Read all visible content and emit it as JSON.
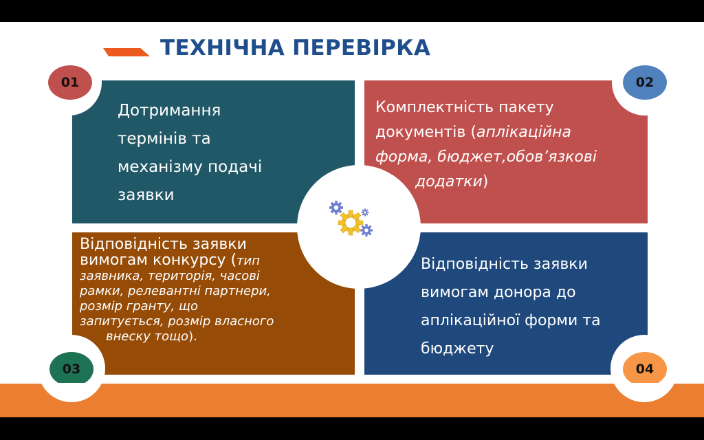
{
  "title": "ТЕХНІЧНА ПЕРЕВІРКА",
  "colors": {
    "title": "#1f4e8c",
    "accent_stroke": "#ed5a1f",
    "bottom_band": "#eb7e31",
    "quadrant_1": "#215867",
    "quadrant_2": "#c0504d",
    "quadrant_3": "#964b06",
    "quadrant_4": "#1f497d",
    "badge_1": "#c0504d",
    "badge_2": "#4f81bd",
    "badge_3": "#1e7254",
    "badge_4": "#f79646"
  },
  "center_icon": "gears-icon",
  "quadrants": [
    {
      "number": "01",
      "lines": [
        "Дотримання",
        "термінів та",
        "механізму подачі",
        "заявки"
      ]
    },
    {
      "number": "02",
      "lead1": "Комплектність пакету",
      "lead2": "документів (",
      "italic1": "аплікаційна",
      "italic2": "форма, бюджет,обов’язкові",
      "italic3": "додатки",
      "close": ")"
    },
    {
      "number": "03",
      "lead1": "Відповідність заявки",
      "lead2": "вимогам конкурсу (",
      "italic_lines": [
        "тип",
        "заявника, територія, часові",
        "рамки, релевантні партнери,",
        "розмір гранту, що",
        "запитується, розмір власного",
        "внеску тощо"
      ],
      "close": ")."
    },
    {
      "number": "04",
      "lines": [
        "Відповідність заявки",
        "вимогам донора до",
        "аплікаційної форми та",
        "бюджету"
      ]
    }
  ]
}
